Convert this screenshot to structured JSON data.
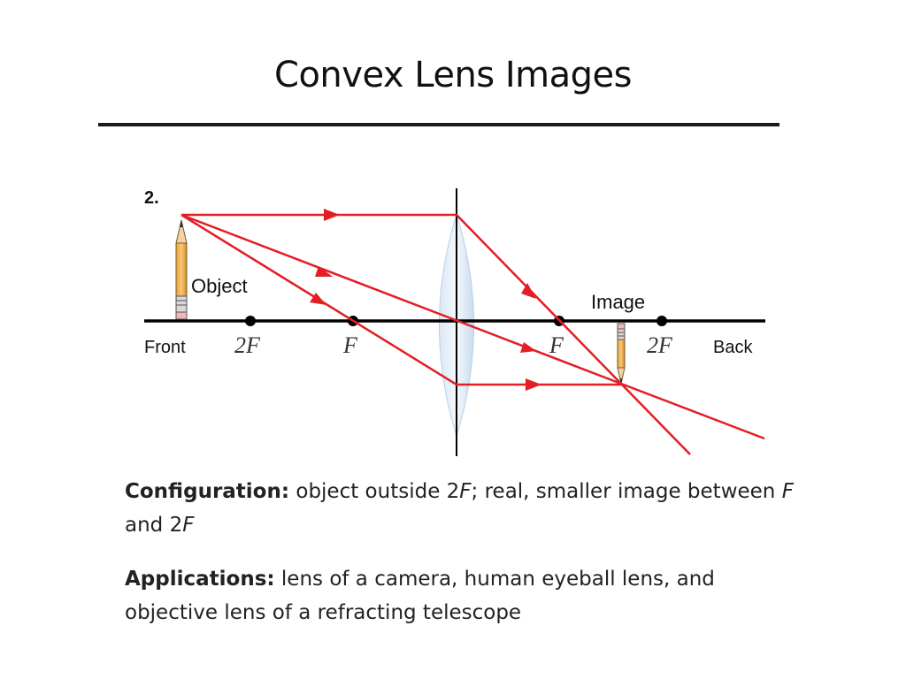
{
  "slide": {
    "title": "Convex Lens Images"
  },
  "diagram": {
    "number": "2.",
    "object_label": "Object",
    "image_label": "Image",
    "front_label": "Front",
    "back_label": "Back",
    "focal_labels": {
      "left_2f": "2F",
      "left_f": "F",
      "right_f": "F",
      "right_2f": "2F"
    },
    "colors": {
      "ray": "#e31e24",
      "lens": "#cfe0f1",
      "axis": "#000000"
    }
  },
  "captions": {
    "configuration": {
      "heading": "Configuration:",
      "part1": " object outside 2",
      "f1": "F",
      "part2": "; real, smaller image between ",
      "f2": "F",
      "part3": " and 2",
      "f3": "F"
    },
    "applications": {
      "heading": "Applications:",
      "text": " lens of a camera, human eyeball lens, and objective lens of a refracting telescope"
    }
  }
}
